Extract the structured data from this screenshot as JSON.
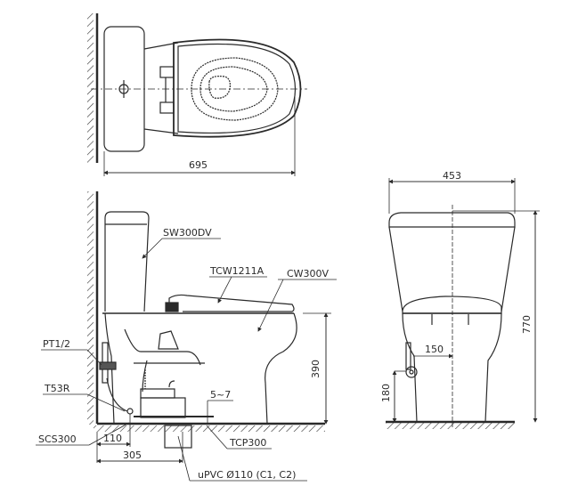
{
  "top_view": {
    "dimension_length": "695"
  },
  "side_view": {
    "labels": {
      "tank": "SW300DV",
      "seat": "TCW1211A",
      "bowl": "CW300V",
      "angle_valve": "PT1/2",
      "hose": "T53R",
      "flange": "SCS300",
      "gasket": "TCP300",
      "pipe": "uPVC Ø110 (C1, C2)"
    },
    "dimensions": {
      "seat_height": "390",
      "gap": "5~7",
      "inlet_offset": "110",
      "rough_in": "305"
    }
  },
  "front_view": {
    "dimensions": {
      "width": "453",
      "height": "770",
      "inlet_side_offset": "150",
      "inlet_height": "180"
    }
  },
  "colors": {
    "line": "#2a2a2a",
    "background": "#ffffff"
  }
}
